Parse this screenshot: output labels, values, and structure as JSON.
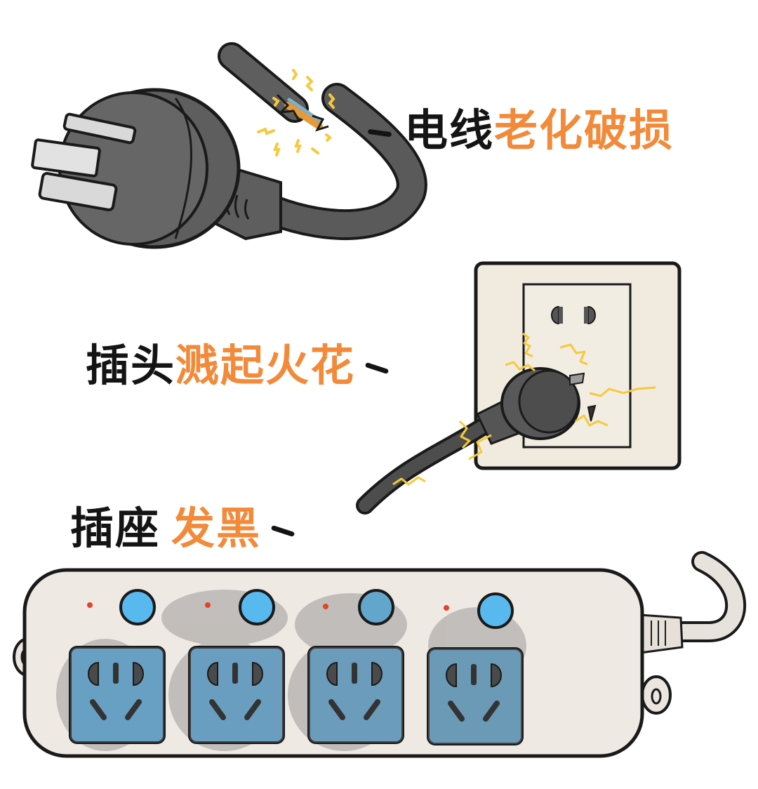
{
  "illustration": {
    "colors": {
      "background": "#ffffff",
      "outline": "#1a1a1a",
      "plug_gray": "#5e5e5e",
      "plug_dark": "#4a4a4a",
      "prong_light": "#d9d9d9",
      "spark_yellow": "#f6c93c",
      "wall_plate": "#f0ebde",
      "strip_body": "#efe9e3",
      "socket_blue": "#5fb4ea",
      "button_blue": "#58b9ef",
      "indicator_red": "#e0442b",
      "scorch_gray": "#8a8a8a",
      "label_black": "#141414",
      "label_orange": "#f28a3a"
    },
    "hazards": [
      {
        "id": "wire",
        "label_black": "电线",
        "label_orange": "老化破损",
        "full_text": "电线老化破损"
      },
      {
        "id": "plug",
        "label_black": "插头",
        "label_orange": "溅起火花",
        "full_text": "插头溅起火花"
      },
      {
        "id": "socket",
        "label_black": "插座",
        "label_orange": "发黑",
        "full_text": "插座发黑"
      }
    ],
    "power_strip": {
      "outlet_count": 4
    }
  }
}
